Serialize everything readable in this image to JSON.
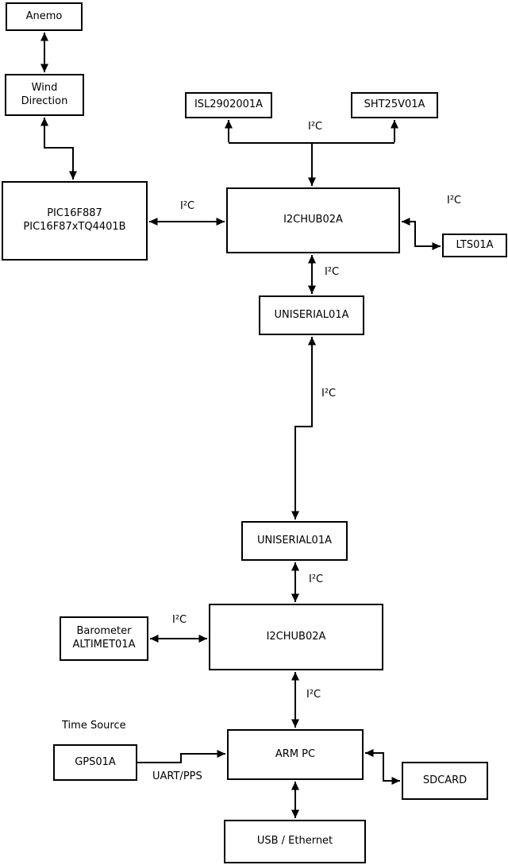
{
  "diagram": {
    "background_color": "#ffffff",
    "line_color": "#000000",
    "boxes": {
      "anemo": {
        "label": "Anemo"
      },
      "wind_direction": {
        "label": "Wind\nDirection"
      },
      "pic": {
        "label": "PIC16F887\nPIC16F87xTQ4401B"
      },
      "isl": {
        "label": "ISL2902001A"
      },
      "sht": {
        "label": "SHT25V01A"
      },
      "hub1": {
        "label": "I2CHUB02A"
      },
      "lts": {
        "label": "LTS01A"
      },
      "uniserial1": {
        "label": "UNISERIAL01A"
      },
      "uniserial2": {
        "label": "UNISERIAL01A"
      },
      "hub2": {
        "label": "I2CHUB02A"
      },
      "barometer": {
        "label": "Barometer\nALTIMET01A"
      },
      "gps": {
        "label": "GPS01A"
      },
      "arm_pc": {
        "label": "ARM PC"
      },
      "sdcard": {
        "label": "SDCARD"
      },
      "usb_ethernet": {
        "label": "USB / Ethernet"
      }
    },
    "bus_label_i2c": "I²C",
    "annotations": {
      "time_source": "Time Source",
      "uart_pps": "UART/PPS"
    }
  }
}
